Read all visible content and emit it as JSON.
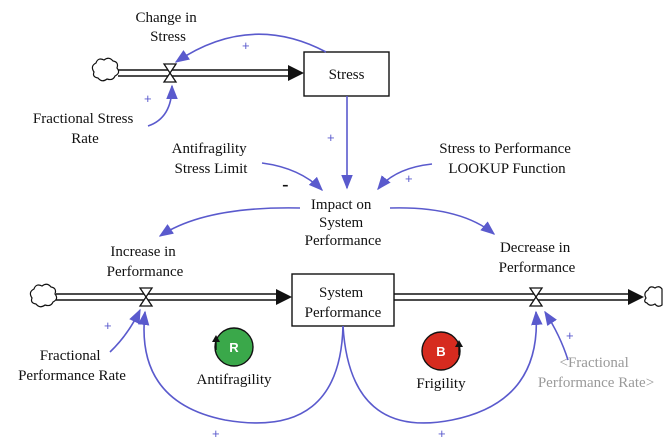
{
  "diagram": {
    "stocks": {
      "stress": "Stress",
      "system_performance": [
        "System",
        "Performance"
      ]
    },
    "flows": {
      "change_in_stress": [
        "Change in",
        "Stress"
      ],
      "increase_in_performance": [
        "Increase in",
        "Performance"
      ],
      "decrease_in_performance": [
        "Decrease in",
        "Performance"
      ]
    },
    "variables": {
      "fractional_stress_rate": [
        "Fractional Stress",
        "Rate"
      ],
      "antifragility_stress_limit": [
        "Antifragility",
        "Stress Limit"
      ],
      "stress_to_performance_lookup": [
        "Stress to Performance",
        "LOOKUP Function"
      ],
      "impact_on_system_performance": [
        "Impact on",
        "System",
        "Performance"
      ],
      "fractional_performance_rate": [
        "Fractional",
        "Performance Rate"
      ],
      "fractional_performance_rate_shadow": [
        "<Fractional",
        "Performance Rate>"
      ]
    },
    "loops": {
      "reinforcing": {
        "letter": "R",
        "name": "Antifragility",
        "color": "#3aa84a"
      },
      "balancing": {
        "letter": "B",
        "name": "Frigility",
        "color": "#d62b1f"
      }
    },
    "polarity": {
      "plus": "+",
      "minus": "-"
    },
    "colors": {
      "link": "#5a5acd",
      "shadow_text": "#9a9a9a"
    }
  }
}
